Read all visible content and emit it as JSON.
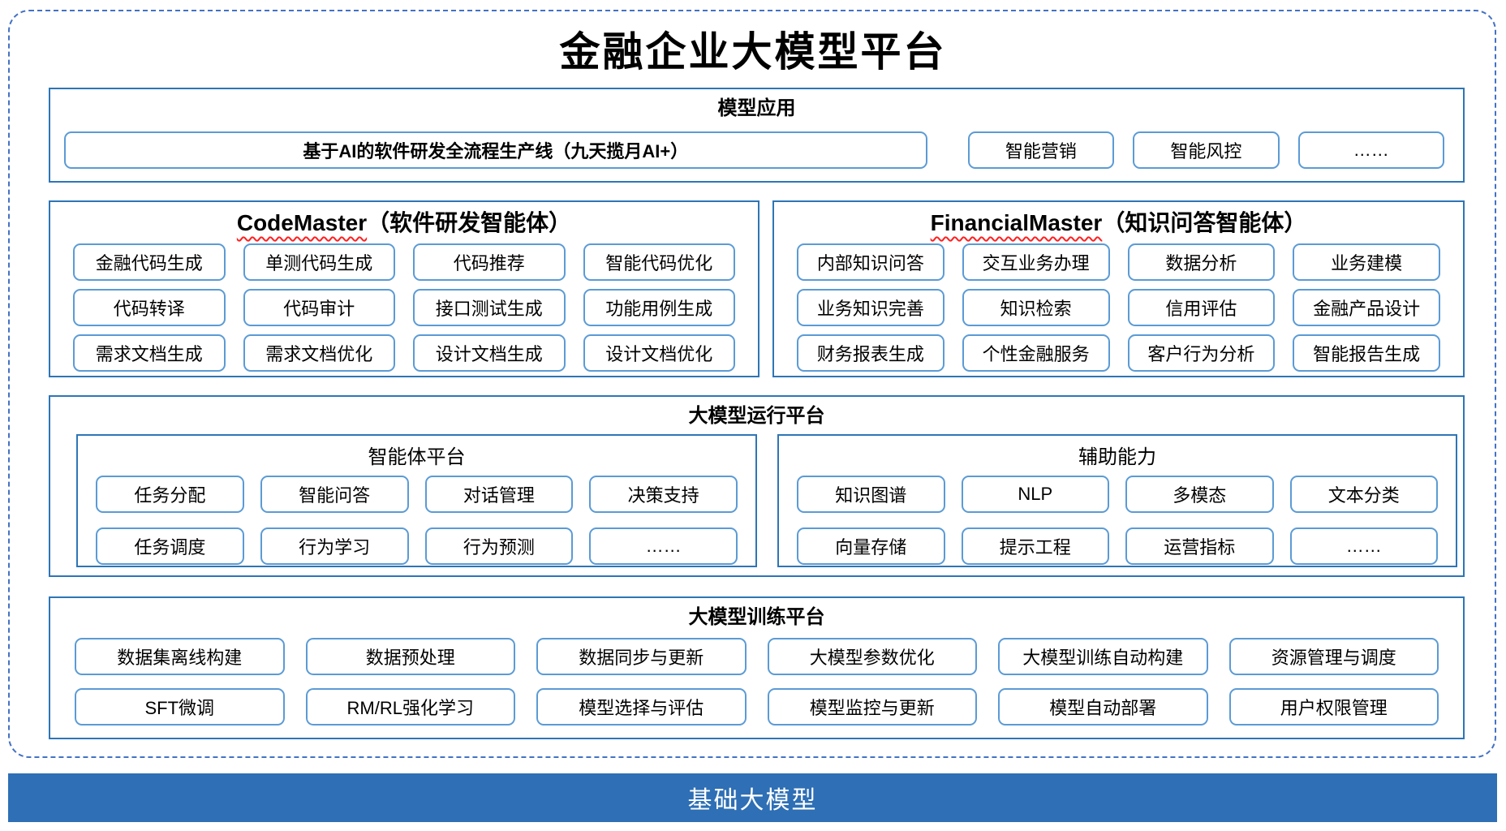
{
  "title": "金融企业大模型平台",
  "model_app": {
    "header": "模型应用",
    "main_item": "基于AI的软件研发全流程生产线（九天揽月AI+）",
    "items": [
      "智能营销",
      "智能风控",
      "……"
    ]
  },
  "code_master": {
    "name": "CodeMaster",
    "suffix": "（软件研发智能体）",
    "items": [
      "金融代码生成",
      "单测代码生成",
      "代码推荐",
      "智能代码优化",
      "代码转译",
      "代码审计",
      "接口测试生成",
      "功能用例生成",
      "需求文档生成",
      "需求文档优化",
      "设计文档生成",
      "设计文档优化"
    ]
  },
  "financial_master": {
    "name": "FinancialMaster",
    "suffix": "（知识问答智能体）",
    "items": [
      "内部知识问答",
      "交互业务办理",
      "数据分析",
      "业务建模",
      "业务知识完善",
      "知识检索",
      "信用评估",
      "金融产品设计",
      "财务报表生成",
      "个性金融服务",
      "客户行为分析",
      "智能报告生成"
    ]
  },
  "runtime": {
    "header": "大模型运行平台",
    "agent_platform": {
      "title": "智能体平台",
      "items": [
        "任务分配",
        "智能问答",
        "对话管理",
        "决策支持",
        "任务调度",
        "行为学习",
        "行为预测",
        "……"
      ]
    },
    "aux_capability": {
      "title": "辅助能力",
      "items": [
        "知识图谱",
        "NLP",
        "多模态",
        "文本分类",
        "向量存储",
        "提示工程",
        "运营指标",
        "……"
      ]
    }
  },
  "training": {
    "header": "大模型训练平台",
    "items": [
      "数据集离线构建",
      "数据预处理",
      "数据同步与更新",
      "大模型参数优化",
      "大模型训练自动构建",
      "资源管理与调度",
      "SFT微调",
      "RM/RL强化学习",
      "模型选择与评估",
      "模型监控与更新",
      "模型自动部署",
      "用户权限管理"
    ]
  },
  "foundation_model": {
    "label": "基础大模型"
  },
  "colors": {
    "section_border": "#2E75B6",
    "item_border": "#5B9BD5",
    "outer_dashed_border": "#4472C4",
    "foundation_bg": "#2E6FB5",
    "spellcheck_underline": "#FF1F1F"
  }
}
